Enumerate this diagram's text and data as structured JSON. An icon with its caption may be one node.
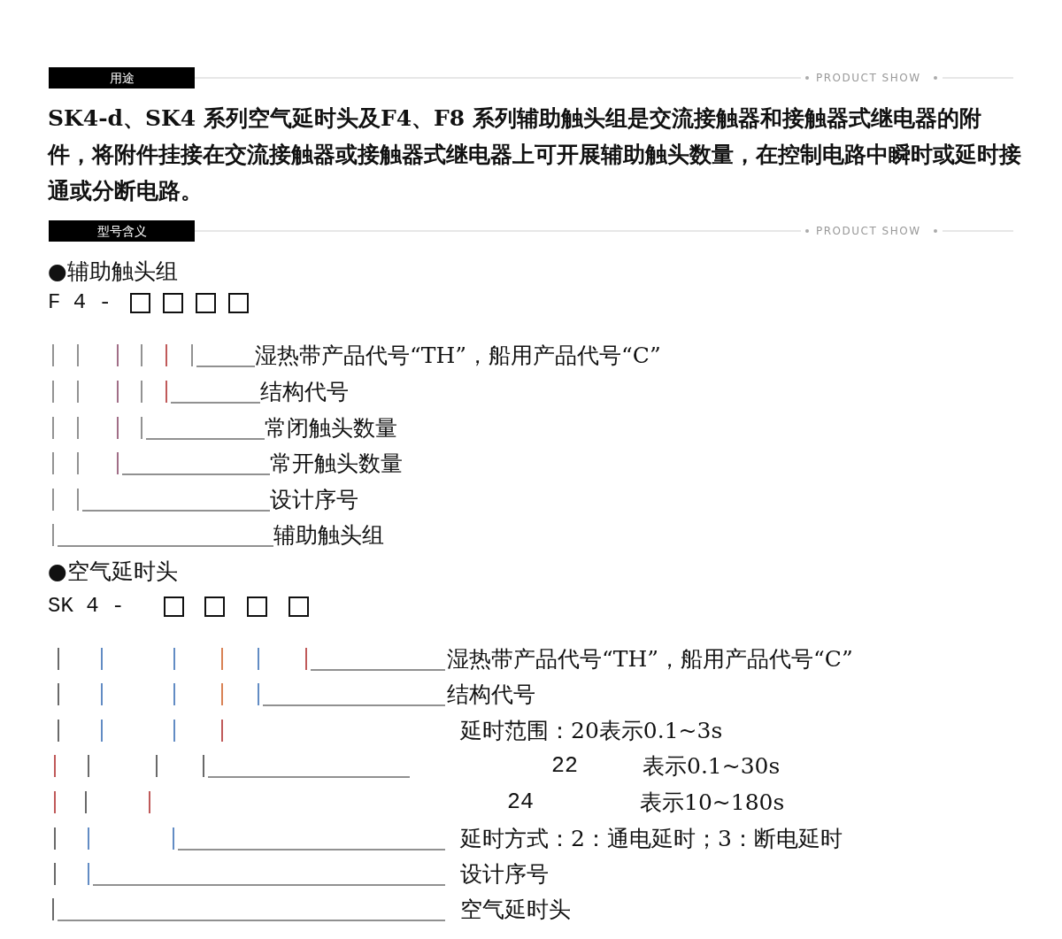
{
  "diagram": {
    "labels": [
      "用途",
      "PRODUCT SHOW",
      "SK4-d、SK4 系列空气延时头及F4、F8 系列辅助触头组是交流接触器和接触器式继电器的附件，将附件挂接在交流接触器或接触器式继电器上可开展辅助触头数量，在控制电路中瞬时或延时接通或分断电路。",
      "型号含义",
      "PRODUCT SHOW",
      "●辅助触头组",
      "F 4 -",
      "湿热带产品代号“TH”，船用产品代号“C”",
      "结构代号",
      "常闭触头数量",
      "常开触头数量",
      "设计序号",
      "辅助触头组",
      "●空气延时头",
      "SK 4 -",
      "湿热带产品代号“TH”，船用产品代号“C”",
      "结构代号",
      "延时范围：20表示0.1~3s",
      "22",
      "表示0.1~30s",
      "24",
      "表示10~180s",
      "延时方式：2：通电延时；3：断电延时",
      "设计序号",
      "空气延时头"
    ]
  }
}
